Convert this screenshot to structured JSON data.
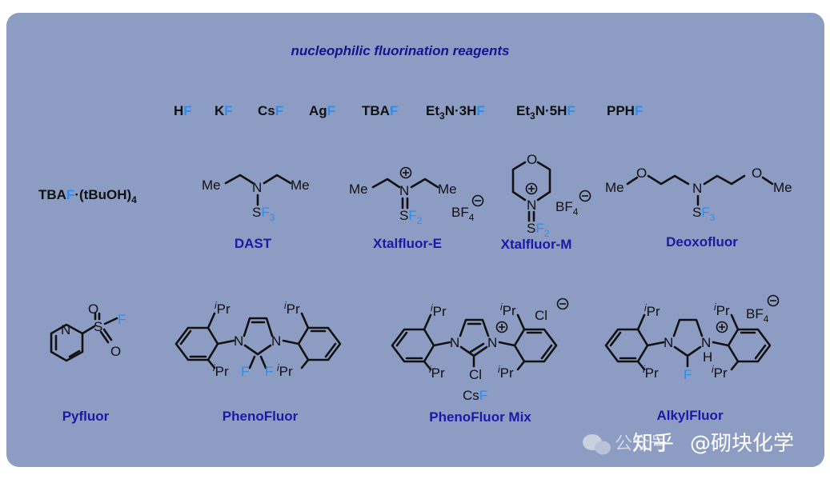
{
  "title": "nucleophilic fluorination reagents",
  "reagents_row1": [
    {
      "parts": [
        {
          "t": "H",
          "f": false
        },
        {
          "t": "F",
          "f": true
        }
      ]
    },
    {
      "parts": [
        {
          "t": "K",
          "f": false
        },
        {
          "t": "F",
          "f": true
        }
      ]
    },
    {
      "parts": [
        {
          "t": "Cs",
          "f": false
        },
        {
          "t": "F",
          "f": true
        }
      ]
    },
    {
      "parts": [
        {
          "t": "Ag",
          "f": false
        },
        {
          "t": "F",
          "f": true
        }
      ]
    },
    {
      "parts": [
        {
          "t": "TBA",
          "f": false
        },
        {
          "t": "F",
          "f": true
        }
      ]
    },
    {
      "parts": [
        {
          "t": "Et3N·3H",
          "f": false
        },
        {
          "t": "F",
          "f": true
        }
      ]
    },
    {
      "parts": [
        {
          "t": "Et3N·5H",
          "f": false
        },
        {
          "t": "F",
          "f": true
        }
      ]
    },
    {
      "parts": [
        {
          "t": "PPH",
          "f": false
        },
        {
          "t": "F",
          "f": true
        }
      ]
    }
  ],
  "row1_text": {
    "hf_h": "H",
    "hf_f": "F",
    "kf_k": "K",
    "kf_f": "F",
    "csf_cs": "Cs",
    "csf_f": "F",
    "agf_ag": "Ag",
    "agf_f": "F",
    "tbaf_tba": "TBA",
    "tbaf_f": "F",
    "et3n3": "Et",
    "et3n3_sub": "3",
    "et3n3_rest": "N·3H",
    "et3n3_f": "F",
    "et3n5": "Et",
    "et3n5_sub": "3",
    "et3n5_rest": "N·5H",
    "et3n5_f": "F",
    "pphf_pph": "PPH",
    "pphf_f": "F"
  },
  "tbaf_tbuoh": {
    "a": "TBA",
    "f": "F",
    "b": "·(tBuOH)",
    "sub": "4"
  },
  "labels": {
    "dast": "DAST",
    "xtal_e": "Xtalfluor-E",
    "xtal_m": "Xtalfluor-M",
    "deoxo": "Deoxofluor",
    "pyfluor": "Pyfluor",
    "phenofluor": "PhenoFluor",
    "phenofluor_mix": "PhenoFluor Mix",
    "alkylfluor": "AlkylFluor"
  },
  "atoms": {
    "me": "Me",
    "n": "N",
    "s": "S",
    "f": "F",
    "f2": "F",
    "sub2": "2",
    "sub3": "3",
    "sub4": "4",
    "o": "O",
    "b": "B",
    "cl": "Cl",
    "h": "H",
    "ipr_i": "i",
    "ipr_pr": "Pr",
    "csf": "Cs",
    "bf": "BF"
  },
  "watermark": {
    "brand": "知乎",
    "handle": "@砌块化学",
    "faded": "公众号"
  },
  "colors": {
    "panel": "#8d9cc2",
    "label": "#1a1aa6",
    "fluorine": "#2b8ff0",
    "title": "#14148f"
  }
}
